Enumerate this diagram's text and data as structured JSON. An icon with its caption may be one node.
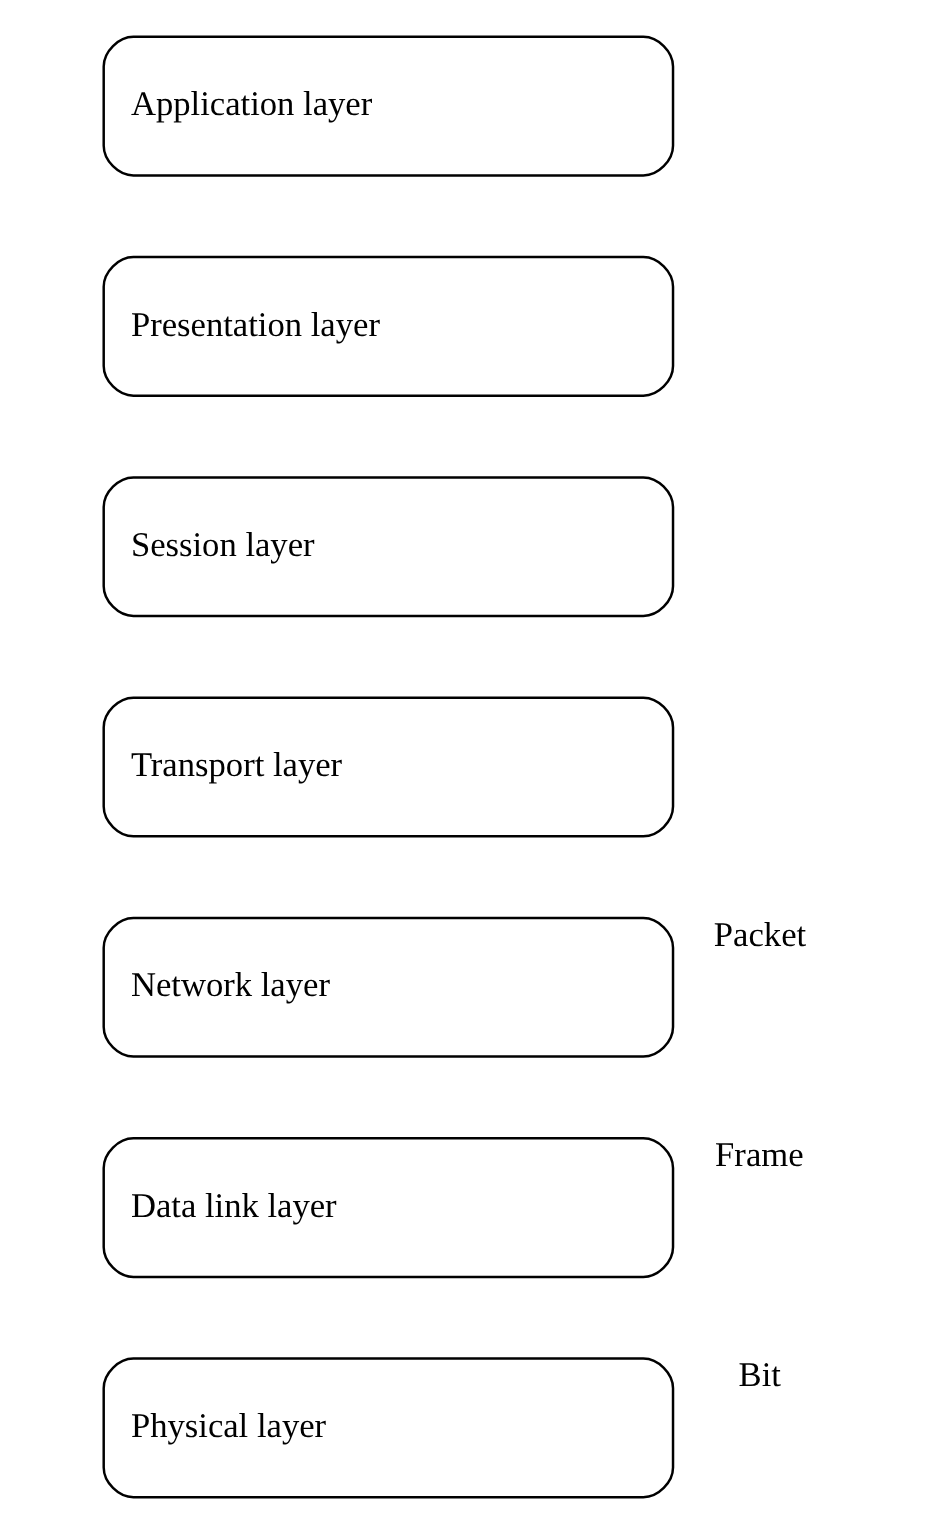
{
  "diagram": {
    "nodes": [
      {
        "text": [
          "Application layer"
        ]
      },
      {
        "text": [
          "Presentation layer"
        ]
      },
      {
        "text": [
          "Session layer"
        ]
      },
      {
        "text": [
          "Transport layer"
        ]
      },
      {
        "text": [
          "Network layer"
        ],
        "beside": [
          "Packet"
        ]
      },
      {
        "text": [
          "Data link layer"
        ],
        "beside": [
          "Frame"
        ]
      },
      {
        "text": [
          "Physical layer"
        ],
        "beside": [
          "Bit"
        ]
      }
    ]
  }
}
